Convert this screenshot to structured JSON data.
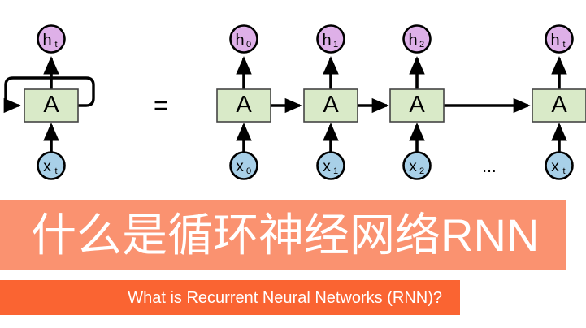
{
  "banners": {
    "chinese_title": "什么是循环神经网络RNN",
    "english_title": "What is Recurrent Neural Networks (RNN)?",
    "chinese_bar_color": "#FA9270",
    "english_bar_color": "#FA6432",
    "title_text_color": "#FFFFFF"
  },
  "diagram": {
    "type": "rnn-unrolled",
    "equals_sign": "=",
    "ellipsis": "...",
    "colors": {
      "cell_fill": "#D9EAC8",
      "hidden_fill": "#DEB0E8",
      "input_fill": "#A8D0E8",
      "stroke": "#000000"
    },
    "folded": {
      "cell_label": "A",
      "hidden_label": "h",
      "hidden_sub": "t",
      "input_label": "x",
      "input_sub": "t"
    },
    "unrolled_steps": [
      {
        "cell_label": "A",
        "hidden_label": "h",
        "hidden_sub": "0",
        "input_label": "x",
        "input_sub": "0"
      },
      {
        "cell_label": "A",
        "hidden_label": "h",
        "hidden_sub": "1",
        "input_label": "x",
        "input_sub": "1"
      },
      {
        "cell_label": "A",
        "hidden_label": "h",
        "hidden_sub": "2",
        "input_label": "x",
        "input_sub": "2"
      },
      {
        "cell_label": "A",
        "hidden_label": "h",
        "hidden_sub": "t",
        "input_label": "x",
        "input_sub": "t"
      }
    ]
  }
}
